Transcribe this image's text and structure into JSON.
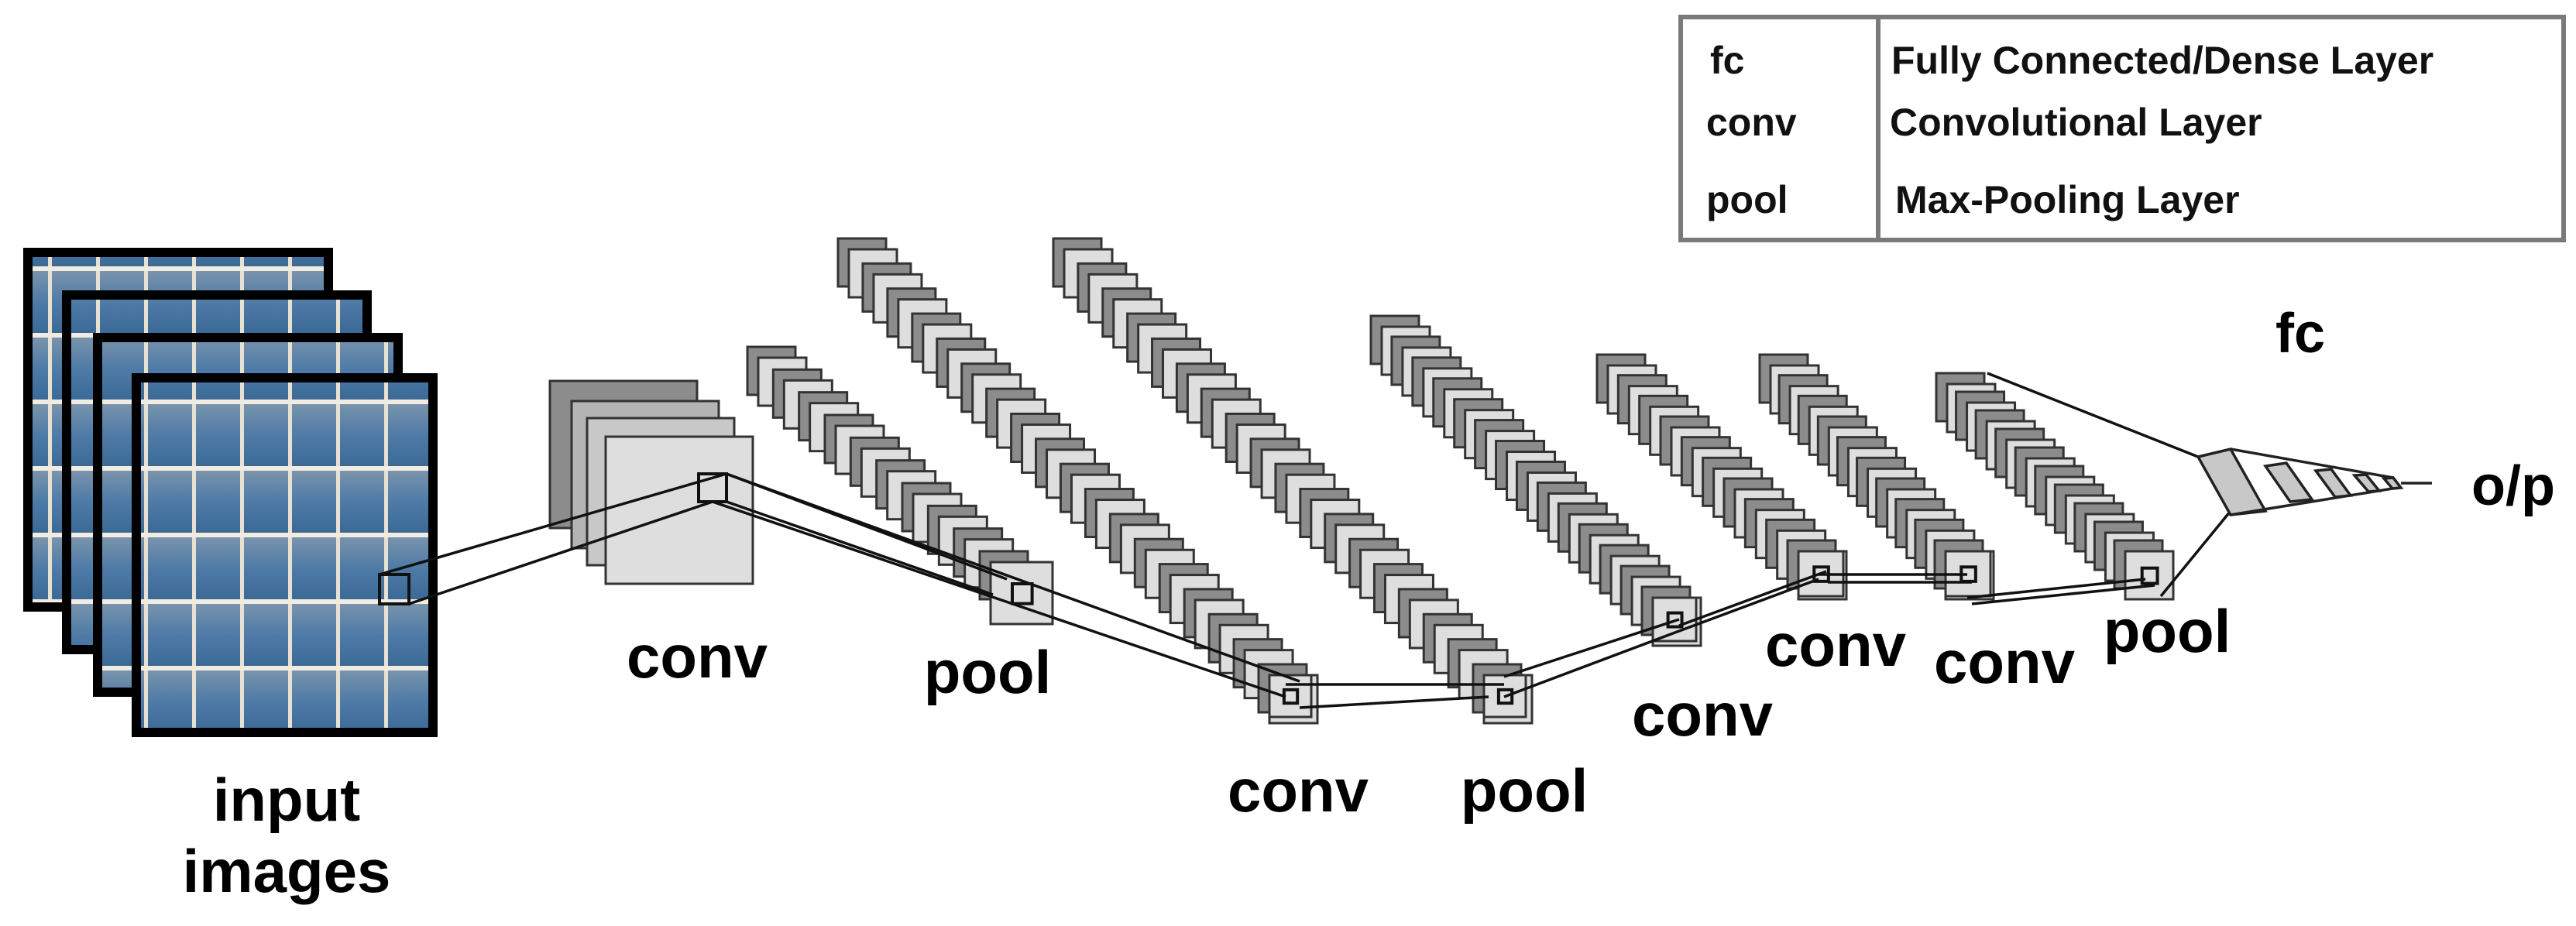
{
  "legend": {
    "rows": [
      {
        "abbr": "fc",
        "meaning": "Fully Connected/Dense Layer"
      },
      {
        "abbr": "conv",
        "meaning": "Convolutional Layer"
      },
      {
        "abbr": "pool",
        "meaning": "Max-Pooling Layer"
      }
    ]
  },
  "labels": {
    "input_line1": "input",
    "input_line2": "images",
    "conv1": "conv",
    "pool1": "pool",
    "conv2": "conv",
    "pool2": "pool",
    "conv3": "conv",
    "conv4": "conv",
    "conv5": "conv",
    "pool3": "pool",
    "fc": "fc",
    "output": "o/p"
  },
  "colors": {
    "stroke": "#1a1a1a",
    "feature_dark": "#8c8c8c",
    "feature_mid": "#b4b4b4",
    "feature_light": "#dedede",
    "legend_border": "#7a7a7a",
    "panel_sky": "#4a6f96",
    "panel_grid": "#e8e4da"
  },
  "icons": {
    "input_stack": "solar-panel-image-stack",
    "feature_stack": "feature-map-stack",
    "fc_block": "dense-layer-funnel"
  }
}
